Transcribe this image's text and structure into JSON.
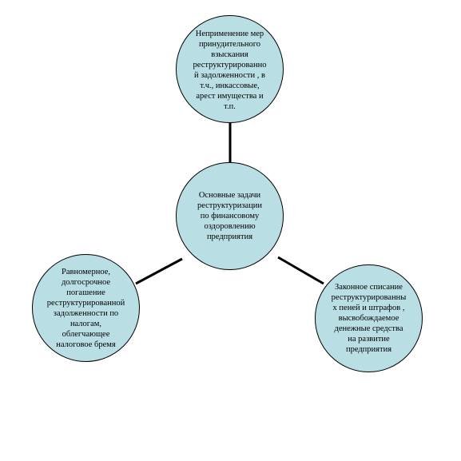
{
  "diagram": {
    "center": {
      "text": "Основные задачи\nреструктуризации\nпо финансовому\nоздоровлению\nпредприятия"
    },
    "top": {
      "text": "Неприменение мер\nпринудительного\nвзыскания\nреструктурированно\nй задолженности , в\nт.ч., инкассовые,\nарест имущества и\nт.п."
    },
    "left": {
      "text": "Равномерное,\nдолгосрочное\nпогашение\nреструктурированной\nзадолженности по\nналогам,\nоблегчающее\nналоговое бремя"
    },
    "right": {
      "text": "Законное списание\nреструктурированны\nх пеней и штрафов ,\nвысвобождаемое\nденежные средства\nна развитие\nпредприятия"
    },
    "colors": {
      "node_fill": "#b9dfe5",
      "outline": "#000000"
    }
  }
}
